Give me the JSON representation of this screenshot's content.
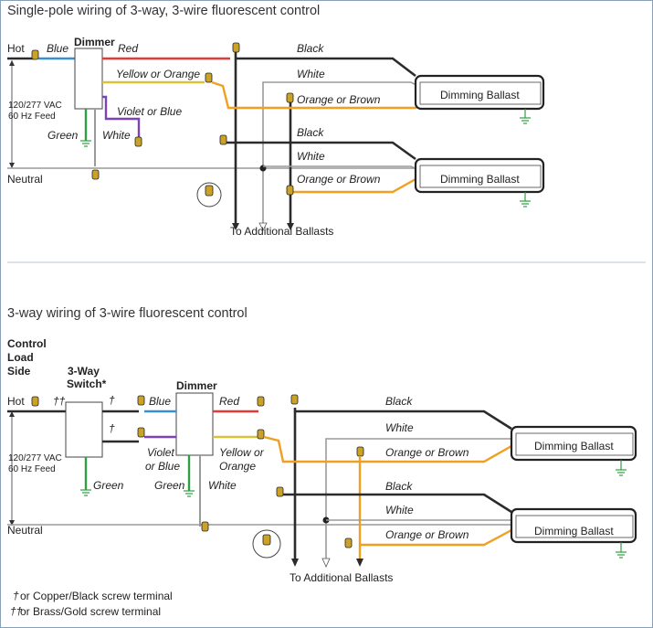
{
  "top": {
    "title": "Single-pole wiring of 3-way, 3-wire fluorescent control",
    "hot": "Hot",
    "neutral": "Neutral",
    "feed_line1": "120/277 VAC",
    "feed_line2": "60 Hz Feed",
    "dimmer": "Dimmer",
    "blue": "Blue",
    "red": "Red",
    "yellow_orange": "Yellow or Orange",
    "violet_blue": "Violet or Blue",
    "green": "Green",
    "white_dim": "White",
    "black1": "Black",
    "white1": "White",
    "orange1": "Orange or Brown",
    "black2": "Black",
    "white2": "White",
    "orange2": "Orange or Brown",
    "ballast1": "Dimming Ballast",
    "ballast2": "Dimming Ballast",
    "to_additional": "To Additional Ballasts"
  },
  "bottom": {
    "title": "3-way wiring of 3-wire fluorescent control",
    "control_1": "Control",
    "control_2": "Load",
    "control_3": "Side",
    "switch_1": "3-Way",
    "switch_2": "Switch*",
    "hot": "Hot",
    "neutral": "Neutral",
    "feed_line1": "120/277 VAC",
    "feed_line2": "60 Hz Feed",
    "dimmer": "Dimmer",
    "blue": "Blue",
    "red": "Red",
    "violet_1": "Violet",
    "violet_2": "or Blue",
    "yellow_1": "Yellow or",
    "yellow_2": "Orange",
    "green_switch": "Green",
    "green_dim": "Green",
    "white_dim": "White",
    "black1": "Black",
    "white1": "White",
    "orange1": "Orange or Brown",
    "black2": "Black",
    "white2": "White",
    "orange2": "Orange or Brown",
    "ballast1": "Dimming Ballast",
    "ballast2": "Dimming Ballast",
    "to_additional": "To Additional Ballasts",
    "mark_double": "††",
    "mark_single_1": "†",
    "mark_single_2": "†"
  },
  "legend": {
    "single_mark": "†",
    "single_text": "or Copper/Black screw terminal",
    "double_mark": "††",
    "double_text": "or Brass/Gold screw terminal"
  },
  "colors": {
    "black_wire": "#2b2b2b",
    "white_wire": "#9a9a9a",
    "red_wire": "#e53935",
    "blue_wire": "#3a8fd0",
    "orange_wire": "#f0a020",
    "yellow_wire": "#d8c23a",
    "violet_wire": "#7a44b8",
    "green_wire": "#2ea043",
    "wire_nut": "#c9a227"
  }
}
